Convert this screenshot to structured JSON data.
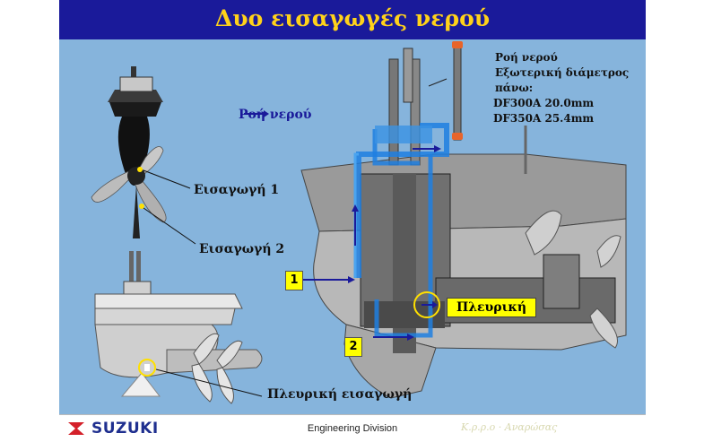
{
  "title": "Δυο εισαγωγές νερού",
  "legend": {
    "flow_label": "Ροή νερού"
  },
  "labels": {
    "intake1": "Εισαγωγή  1",
    "intake2": "Εισαγωγή  2",
    "side_intake": "Πλευρική εισαγωγή",
    "side_box": "Πλευρική",
    "num1": "1",
    "num2": "2"
  },
  "spec": {
    "line1": "Ροή νερού",
    "line2": "Εξωτερική διάμετρος",
    "line3": "πάνω:",
    "line4": "DF300A  20.0mm",
    "line5": "DF350A  25.4mm"
  },
  "footer": {
    "logo": "SUZUKI",
    "division": "Engineering Division",
    "signature": "Κ.ρ.ρ.ο · Αναρώσας"
  },
  "colors": {
    "title_bg": "#1a1a9a",
    "title_text": "#ffd21a",
    "background": "#86b4dc",
    "water_flow": "#1e7fe0",
    "label_highlight": "#ffff00",
    "logo_red": "#d4202a"
  }
}
